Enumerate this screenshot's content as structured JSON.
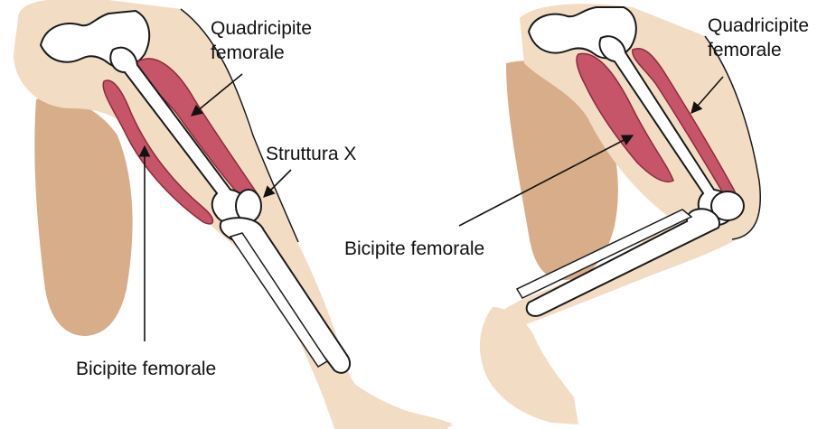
{
  "labels": {
    "left_quadriceps": [
      "Quadricipite",
      "femorale"
    ],
    "structure_x": "Struttura X",
    "left_hamstring": "Bicipite femorale",
    "right_quadriceps": [
      "Quadricipite",
      "femorale"
    ],
    "right_hamstring": "Bicipite femorale"
  },
  "colors": {
    "skin_light": "#f3dcc4",
    "skin_dark": "#d8ad8a",
    "muscle": "#c65569",
    "muscle_dark": "#8e2a3d",
    "bone": "#ffffff",
    "outline": "#1a1a1a"
  }
}
